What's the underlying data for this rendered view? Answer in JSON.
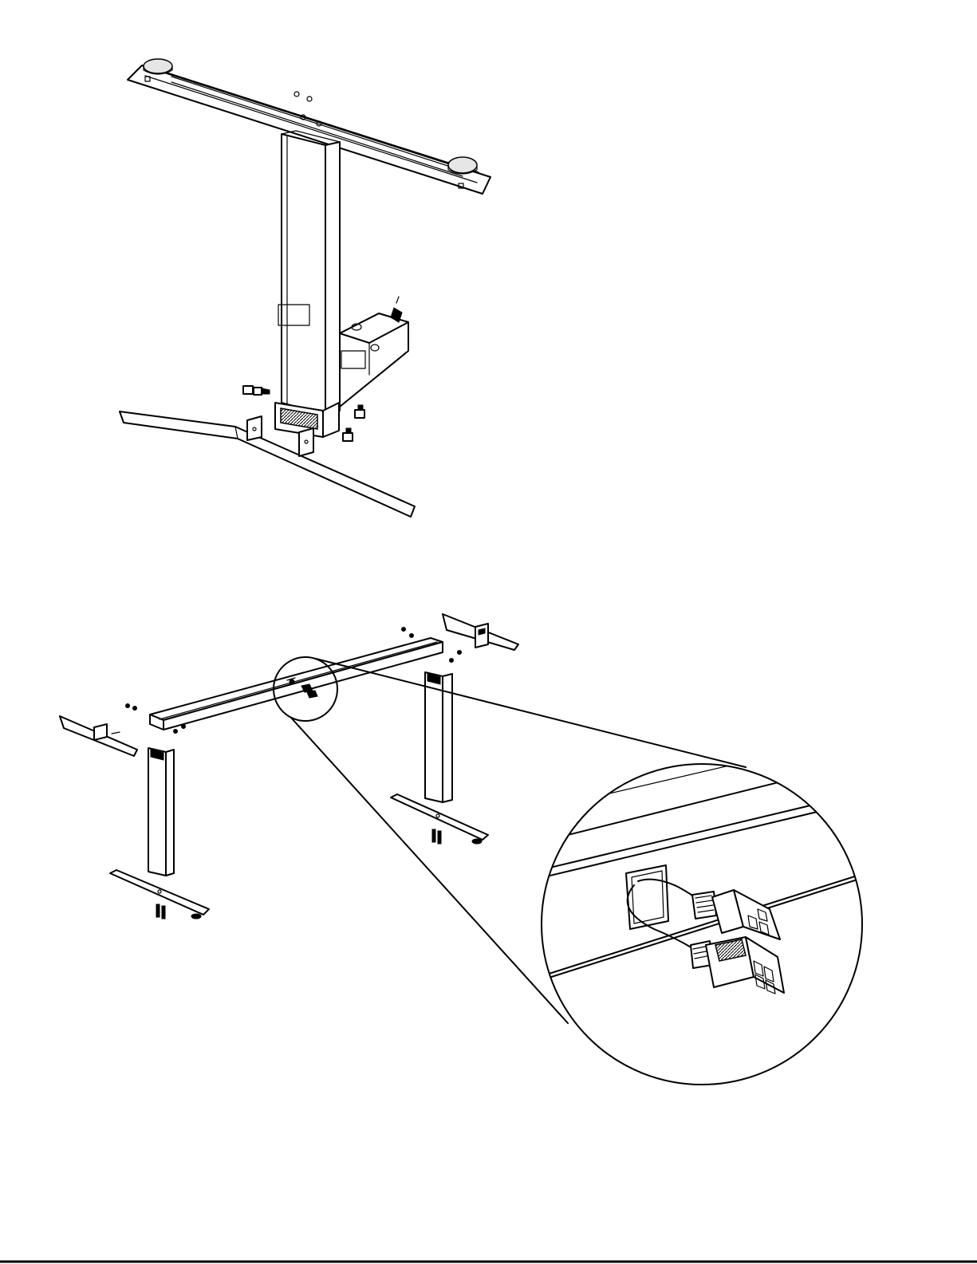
{
  "figure_1": {
    "parts": [
      "top-bracket",
      "lifting-column",
      "control-box",
      "foot-base",
      "bolts"
    ]
  },
  "figure_2": {
    "parts": [
      "crossbar",
      "left-leg",
      "right-leg",
      "left-foot",
      "right-foot",
      "left-bracket",
      "right-bracket",
      "screws"
    ]
  },
  "detail_callout": {
    "parts": [
      "cable-outlet",
      "connector-plug-a",
      "connector-plug-b"
    ]
  },
  "colors": {
    "line": "#000000",
    "background": "#ffffff"
  }
}
